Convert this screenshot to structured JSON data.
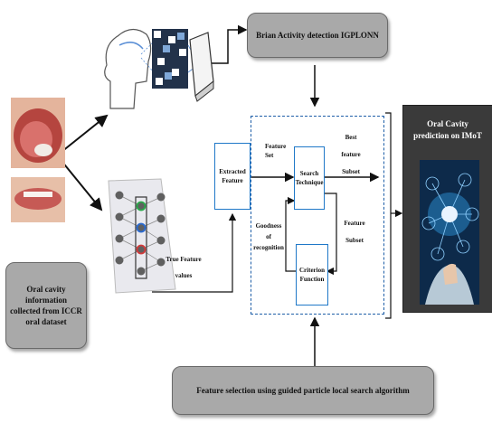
{
  "labels": {
    "brain_detection": "Brian Activity detection IGPLONN",
    "oral_info": "Oral cavity information collected from ICCR oral dataset",
    "feature_selection": "Feature selection using guided particle local search algorithm",
    "prediction_title": "Oral Cavity prediction on IMoT",
    "extracted_feature": "Extracted Feature",
    "search_technique": "Search Technique",
    "criterion_function": "Criterion Function",
    "feature_set": "Feature Set",
    "best_feature_subset": "Best feature Subset",
    "feature_subset": "Feature Subset",
    "goodness_of_recognition": "Goodness of recognition",
    "true_feature_values": "True Feature values"
  },
  "colors": {
    "box_gray": "#a9a9a9",
    "box_blue_border": "#1f78c8",
    "prediction_panel": "#3a3a3a",
    "dashed_border": "#1f5fa8"
  },
  "icons": [
    "oral-cavity-photo",
    "brain-scan-icon",
    "neural-network-icon",
    "iot-network-icon"
  ]
}
